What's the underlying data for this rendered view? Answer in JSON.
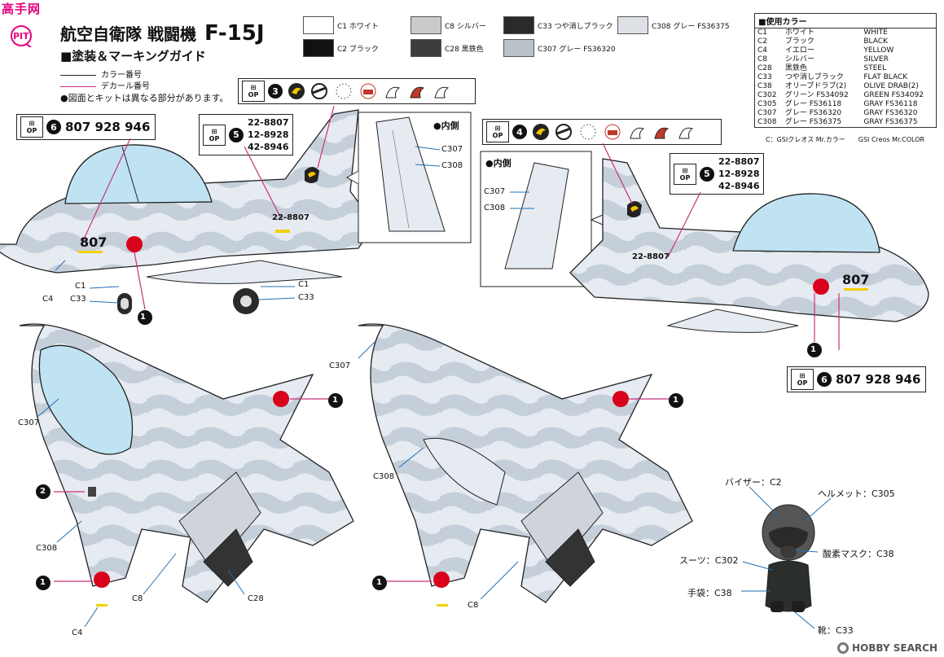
{
  "watermark": "高手网",
  "logo": "PIT",
  "title": {
    "jp": "航空自衛隊 戦闘機",
    "model": "F-15J"
  },
  "subtitle": "■塗装＆マーキングガイド",
  "legend": {
    "color_number": "カラー番号",
    "decal_number": "デカール番号"
  },
  "note": "●図面とキットは異なる部分があります。",
  "swatches": [
    {
      "code": "C1 ホワイト",
      "color": "#ffffff"
    },
    {
      "code": "C8 シルバー",
      "color": "#c9cacc"
    },
    {
      "code": "C33 つや消しブラック",
      "color": "#2a2a2a"
    },
    {
      "code": "C308 グレー FS36375",
      "color": "#dde1e6"
    },
    {
      "code": "C2 ブラック",
      "color": "#111111"
    },
    {
      "code": "C28 黒鉄色",
      "color": "#3d3d3f"
    },
    {
      "code": "C307 グレー FS36320",
      "color": "#b9c1c9"
    }
  ],
  "color_table": {
    "title": "■使用カラー",
    "rows": [
      [
        "C1",
        "ホワイト",
        "WHITE"
      ],
      [
        "C2",
        "ブラック",
        "BLACK"
      ],
      [
        "C4",
        "イエロー",
        "YELLOW"
      ],
      [
        "C8",
        "シルバー",
        "SILVER"
      ],
      [
        "C28",
        "黒鉄色",
        "STEEL"
      ],
      [
        "C33",
        "つや消しブラック",
        "FLAT BLACK"
      ],
      [
        "C38",
        "オリーブドラブ(2)",
        "OLIVE DRAB(2)"
      ],
      [
        "C302",
        "グリーン FS34092",
        "GREEN FS34092"
      ],
      [
        "C305",
        "グレー FS36118",
        "GRAY FS36118"
      ],
      [
        "C307",
        "グレー FS36320",
        "GRAY FS36320"
      ],
      [
        "C308",
        "グレー FS36375",
        "GRAY FS36375"
      ]
    ],
    "footnote": "C：GSIクレオス Mr.カラー　　GSI Creos Mr.COLOR"
  },
  "decals": {
    "op": "OP",
    "d6_left": {
      "num": "6",
      "text": "807 928 946"
    },
    "d6_right": {
      "num": "6",
      "text": "807 928 946"
    },
    "d5_left": {
      "num": "5",
      "serials": [
        "22-8807",
        "12-8928",
        "42-8946"
      ]
    },
    "d5_right": {
      "num": "5",
      "serials": [
        "22-8807",
        "12-8928",
        "42-8946"
      ]
    },
    "d3": {
      "num": "3"
    },
    "d4": {
      "num": "4"
    }
  },
  "inset": {
    "inner": "●内側"
  },
  "side_left": {
    "tail_code": "22-8807",
    "nose_number": "807",
    "labels": {
      "c4": "C4",
      "c1a": "C1",
      "c33a": "C33",
      "c1b": "C1",
      "c33b": "C33",
      "c307": "C307",
      "c308": "C308"
    },
    "callout": "1"
  },
  "side_right": {
    "tail_code": "22-8807",
    "nose_number": "807",
    "labels": {
      "c307": "C307",
      "c308": "C308"
    },
    "callout": "1"
  },
  "top_view": {
    "labels": {
      "c307": "C307",
      "c308": "C308",
      "c8": "C8",
      "c28": "C28",
      "c4": "C4"
    },
    "callout_1a": "1",
    "callout_1b": "1",
    "callout_2": "2"
  },
  "bottom_view": {
    "labels": {
      "c307": "C307",
      "c308": "C308",
      "c8": "C8"
    },
    "callout_1a": "1",
    "callout_1b": "1"
  },
  "pilot": {
    "visor": "バイザー：C2",
    "helmet": "ヘルメット：C305",
    "mask": "酸素マスク：C38",
    "suit": "スーツ：C302",
    "gloves": "手袋：C38",
    "boots": "靴：C33"
  },
  "hobby_search": "HOBBY SEARCH"
}
